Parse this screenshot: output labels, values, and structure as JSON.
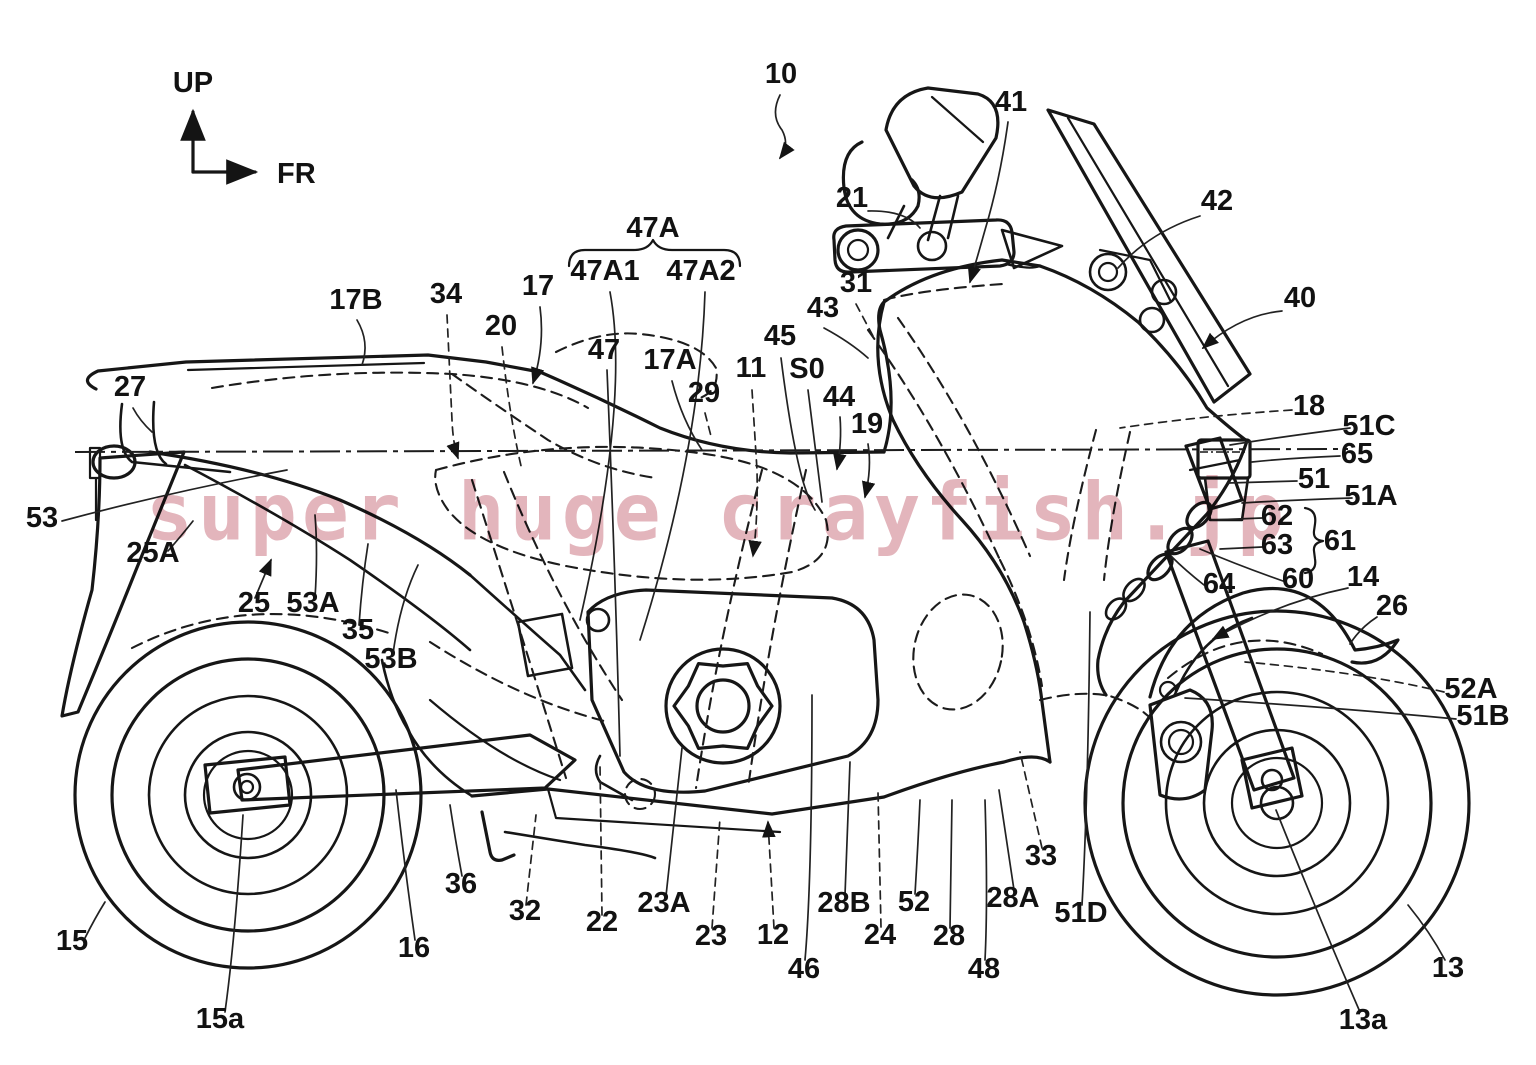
{
  "drawing": {
    "kind": "patent-line-drawing",
    "subject": "motorcycle (adventure scooter) left-side elevation view",
    "background_hex": "#ffffff",
    "line_color_hex": "#161616"
  },
  "orientation": {
    "up": "UP",
    "front": "FR"
  },
  "watermark": {
    "text": "super huge crayfish.jp",
    "color_hex": "#b84456"
  },
  "labels": [
    {
      "text": "10"
    },
    {
      "text": "41"
    },
    {
      "text": "21"
    },
    {
      "text": "42"
    },
    {
      "text": "40"
    },
    {
      "text": "31"
    },
    {
      "text": "43"
    },
    {
      "text": "45"
    },
    {
      "text": "11"
    },
    {
      "text": "S0"
    },
    {
      "text": "44"
    },
    {
      "text": "19"
    },
    {
      "text": "17B"
    },
    {
      "text": "34"
    },
    {
      "text": "17"
    },
    {
      "text": "20"
    },
    {
      "text": "47A"
    },
    {
      "text": "47A1"
    },
    {
      "text": "47A2"
    },
    {
      "text": "47"
    },
    {
      "text": "17A"
    },
    {
      "text": "29"
    },
    {
      "text": "27"
    },
    {
      "text": "53"
    },
    {
      "text": "25A"
    },
    {
      "text": "25"
    },
    {
      "text": "53A"
    },
    {
      "text": "35"
    },
    {
      "text": "53B"
    },
    {
      "text": "18"
    },
    {
      "text": "51C"
    },
    {
      "text": "65"
    },
    {
      "text": "51"
    },
    {
      "text": "51A"
    },
    {
      "text": "62"
    },
    {
      "text": "63"
    },
    {
      "text": "61"
    },
    {
      "text": "60"
    },
    {
      "text": "64"
    },
    {
      "text": "14"
    },
    {
      "text": "26"
    },
    {
      "text": "52A"
    },
    {
      "text": "51B"
    },
    {
      "text": "15"
    },
    {
      "text": "15a"
    },
    {
      "text": "16"
    },
    {
      "text": "36"
    },
    {
      "text": "32"
    },
    {
      "text": "22"
    },
    {
      "text": "23A"
    },
    {
      "text": "23"
    },
    {
      "text": "12"
    },
    {
      "text": "46"
    },
    {
      "text": "28B"
    },
    {
      "text": "24"
    },
    {
      "text": "52"
    },
    {
      "text": "28"
    },
    {
      "text": "48"
    },
    {
      "text": "28A"
    },
    {
      "text": "33"
    },
    {
      "text": "51D"
    },
    {
      "text": "13"
    },
    {
      "text": "13a"
    }
  ]
}
